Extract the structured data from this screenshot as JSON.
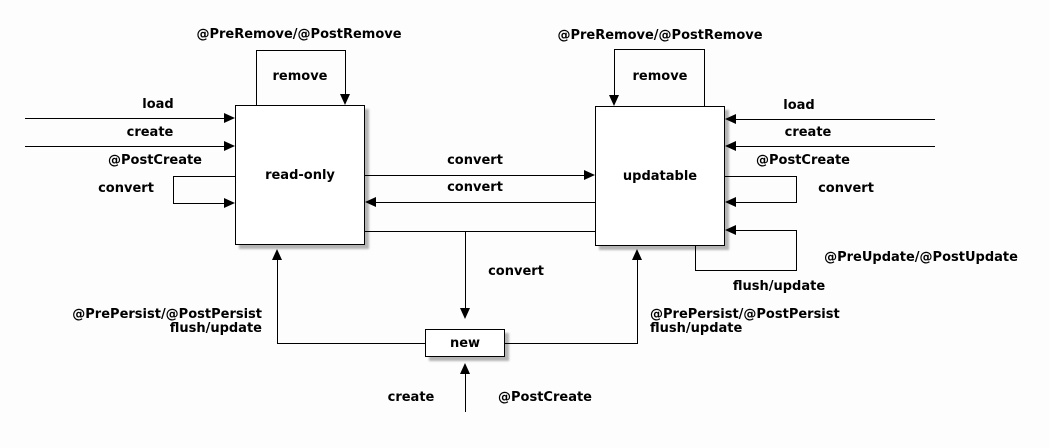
{
  "diagram": {
    "nodes": {
      "read_only": {
        "label": "read-only"
      },
      "updatable": {
        "label": "updatable"
      },
      "new": {
        "label": "new"
      }
    },
    "edge_labels": {
      "pre_remove_left": "@PreRemove/@PostRemove",
      "remove_left": "remove",
      "pre_remove_right": "@PreRemove/@PostRemove",
      "remove_right": "remove",
      "load_left": "load",
      "create_left": "create",
      "post_create_left": "@PostCreate",
      "convert_self_left": "convert",
      "load_right": "load",
      "create_right": "create",
      "post_create_right": "@PostCreate",
      "convert_self_right": "convert",
      "pre_update_right": "@PreUpdate/@PostUpdate",
      "flush_update_right": "flush/update",
      "convert_to_updatable": "convert",
      "convert_to_read_only": "convert",
      "convert_to_new": "convert",
      "persist_left_line1": "@PrePersist/@PostPersist",
      "persist_left_line2": "flush/update",
      "persist_right_line1": "@PrePersist/@PostPersist",
      "persist_right_line2": "flush/update",
      "create_bottom": "create",
      "post_create_bottom": "@PostCreate"
    },
    "colors": {
      "line": "#000000",
      "node_fill": "#ffffff",
      "background": "#fdfdfd",
      "shadow": "#b4b4b4"
    }
  }
}
